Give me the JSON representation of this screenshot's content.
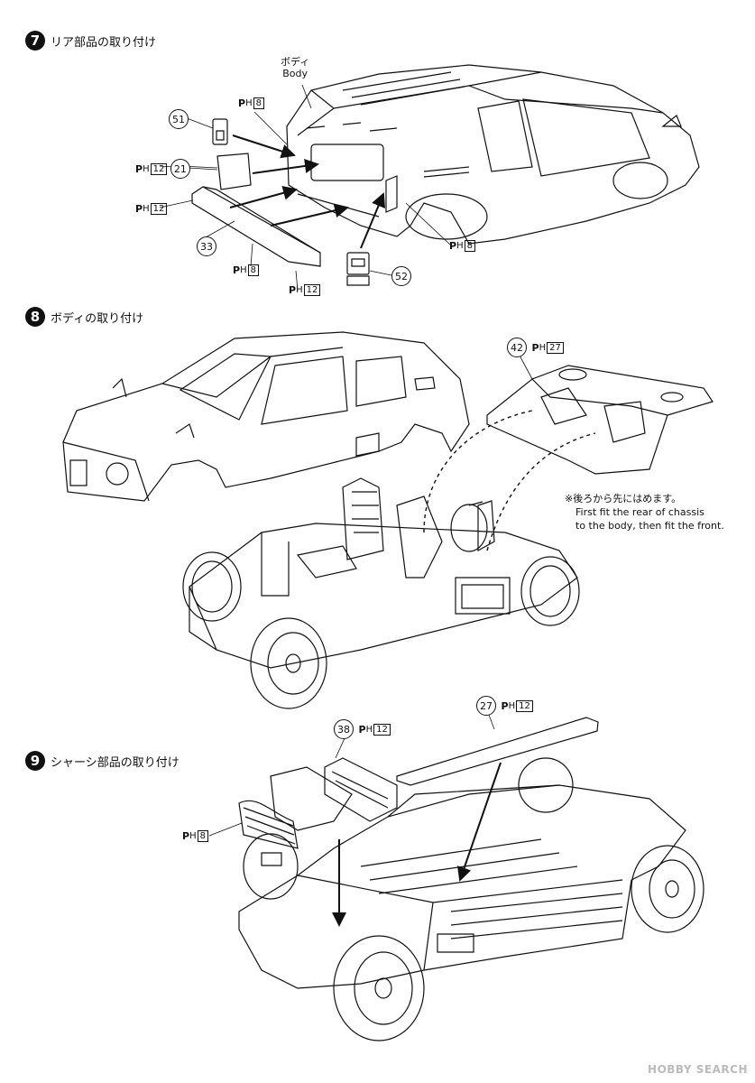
{
  "steps": [
    {
      "number": "7",
      "title": "リア部品の取り付け"
    },
    {
      "number": "8",
      "title": "ボディの取り付け"
    },
    {
      "number": "9",
      "title": "シャーシ部品の取り付け"
    }
  ],
  "step7": {
    "body_jp": "ボディ",
    "body_en": "Body",
    "parts": [
      {
        "part": "51",
        "ph": ""
      },
      {
        "part": "21",
        "ph": "12"
      },
      {
        "part": "33",
        "ph": ""
      },
      {
        "part": "52",
        "ph": ""
      }
    ],
    "ph_refs": [
      "8",
      "12",
      "12",
      "8",
      "8",
      "12"
    ]
  },
  "step8": {
    "part": "42",
    "ph": "27",
    "note_jp": "※後ろから先にはめます。",
    "note_en_1": "First fit the rear of chassis",
    "note_en_2": "to the body, then fit the front."
  },
  "step9": {
    "part_a": "27",
    "ph_a": "12",
    "part_b": "38",
    "ph_b": "12",
    "ph_c": "8"
  },
  "ph_prefix": "P",
  "ph_sub": "H",
  "watermark": "HOBBY SEARCH"
}
